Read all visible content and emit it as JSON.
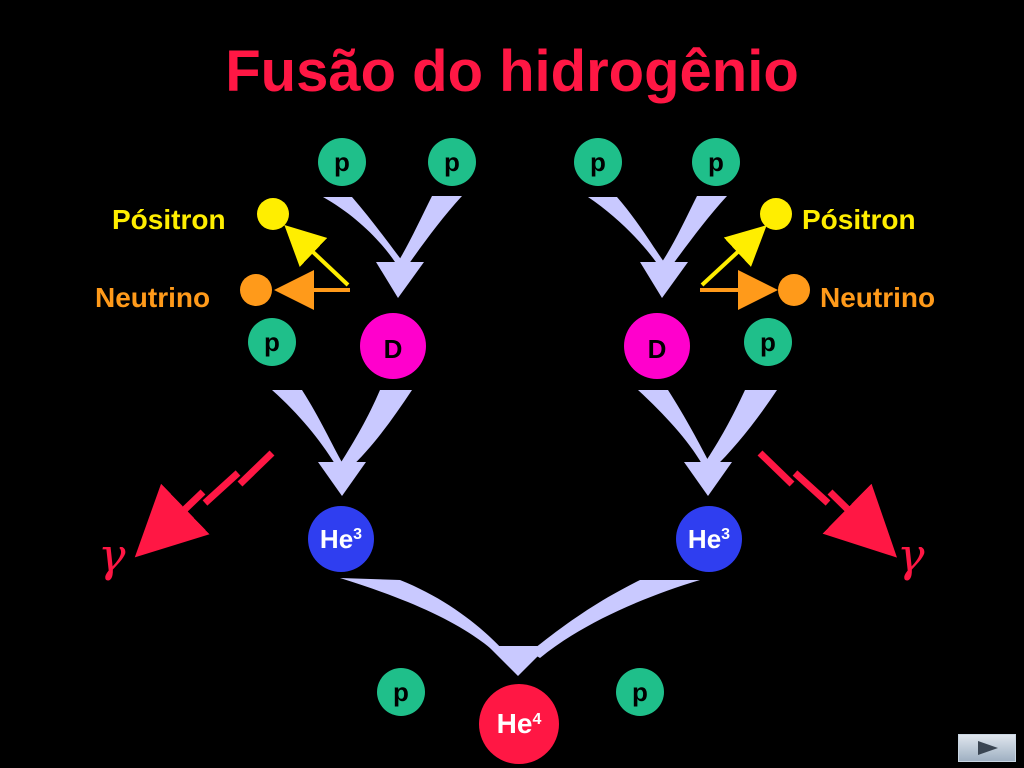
{
  "title": "Fusão do hidrogênio",
  "labels": {
    "positron": "Pósitron",
    "neutrino": "Neutrino",
    "proton": "p",
    "deuterium": "D",
    "helium": "He",
    "he3_mass": "3",
    "he4_mass": "4",
    "gamma": "γ"
  },
  "colors": {
    "title": "#ff1744",
    "proton": "#1fbf8a",
    "deuterium": "#ff00cc",
    "helium3": "#2f3ef0",
    "helium4": "#ff1744",
    "positron": "#ffee00",
    "neutrino": "#ff9a1a",
    "gamma": "#ff1744",
    "flow_arrow": "#c9c9ff"
  },
  "icons": {
    "next": "play-next-icon"
  }
}
